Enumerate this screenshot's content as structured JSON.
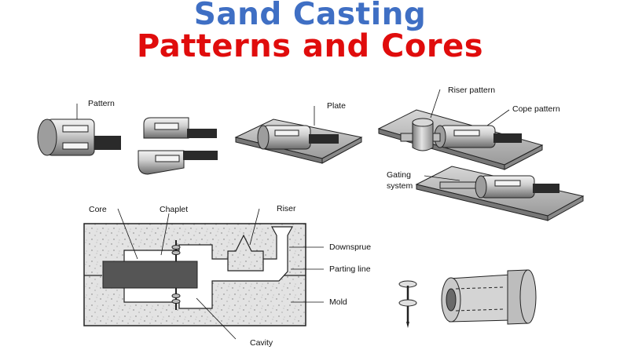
{
  "title": {
    "line1": "Sand Casting",
    "line2": "Patterns and Cores"
  },
  "colors": {
    "title1": "#3f6fc4",
    "title2": "#e00c0c",
    "sand": "#e3e3e3",
    "core": "#555555",
    "ink": "#111111"
  },
  "labels": {
    "pattern": "Pattern",
    "plate": "Plate",
    "riser_pattern": "Riser pattern",
    "cope_pattern": "Cope pattern",
    "gating_line1": "Gating",
    "gating_line2": "system",
    "core": "Core",
    "chaplet": "Chaplet",
    "riser": "Riser",
    "downsprue": "Downsprue",
    "parting_line": "Parting line",
    "mold": "Mold",
    "cavity": "Cavity"
  }
}
